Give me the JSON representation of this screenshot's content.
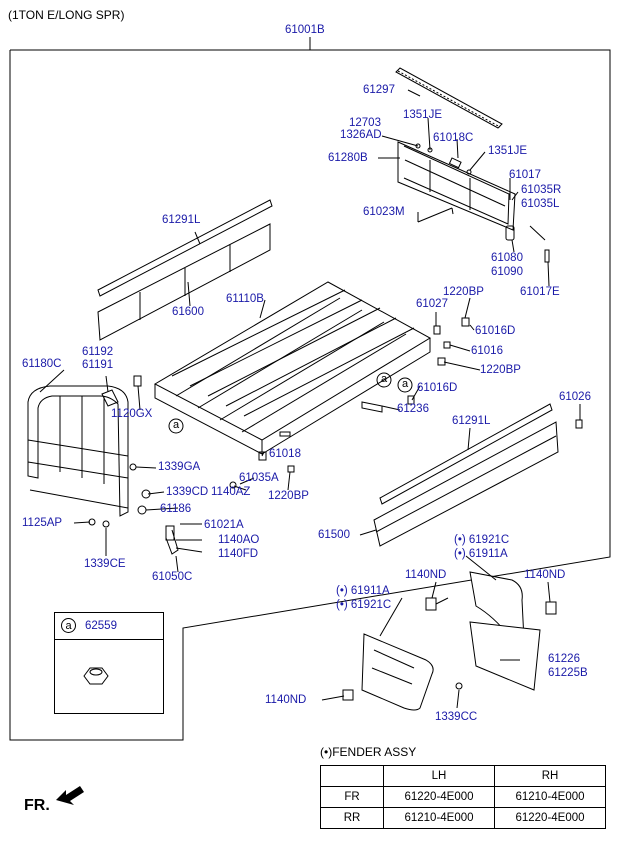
{
  "title": "(1TON E/LONG SPR)",
  "front_marker": "FR.",
  "callout_letter": "a",
  "labels": {
    "l61001B": "61001B",
    "l61297": "61297",
    "l12703": "12703",
    "l1326AD": "1326AD",
    "l1351JE_1": "1351JE",
    "l61018C": "61018C",
    "l61280B": "61280B",
    "l1351JE_2": "1351JE",
    "l61017": "61017",
    "l61035R": "61035R",
    "l61035L": "61035L",
    "l61023M": "61023M",
    "l61080": "61080",
    "l61090": "61090",
    "l61017E": "61017E",
    "l61291L_1": "61291L",
    "l61600": "61600",
    "l61110B": "61110B",
    "l61027": "61027",
    "l1220BP_1": "1220BP",
    "l61016D_1": "61016D",
    "l61016": "61016",
    "l1220BP_2": "1220BP",
    "l61016D_2": "61016D",
    "l61192": "61192",
    "l61191": "61191",
    "l61180C": "61180C",
    "l1120GX": "1120GX",
    "l61236": "61236",
    "l61026": "61026",
    "l61291L_2": "61291L",
    "l61018": "61018",
    "l1339GA": "1339GA",
    "l61035A": "61035A",
    "l1140AZ": "1140AZ",
    "l1339CD": "1339CD",
    "l1220BP_3": "1220BP",
    "l61186": "61186",
    "l1125AP": "1125AP",
    "l61021A": "61021A",
    "l61500": "61500",
    "l1140AO": "1140AO",
    "l1140FD": "1140FD",
    "l1339CE": "1339CE",
    "l61050C": "61050C",
    "l61921C_1": "(•) 61921C",
    "l61911A_1": "(•) 61911A",
    "l1140ND_1": "1140ND",
    "l1140ND_2": "1140ND",
    "l61911A_2": "(•) 61911A",
    "l61921C_2": "(•) 61921C",
    "l61226": "61226",
    "l61225B": "61225B",
    "l1140ND_3": "1140ND",
    "l1339CC": "1339CC",
    "l62559": "62559"
  },
  "fender_table": {
    "caption": "(•)FENDER ASSY",
    "headers": [
      "",
      "LH",
      "RH"
    ],
    "rows": [
      [
        "FR",
        "61220-4E000",
        "61210-4E000"
      ],
      [
        "RR",
        "61210-4E000",
        "61220-4E000"
      ]
    ]
  }
}
